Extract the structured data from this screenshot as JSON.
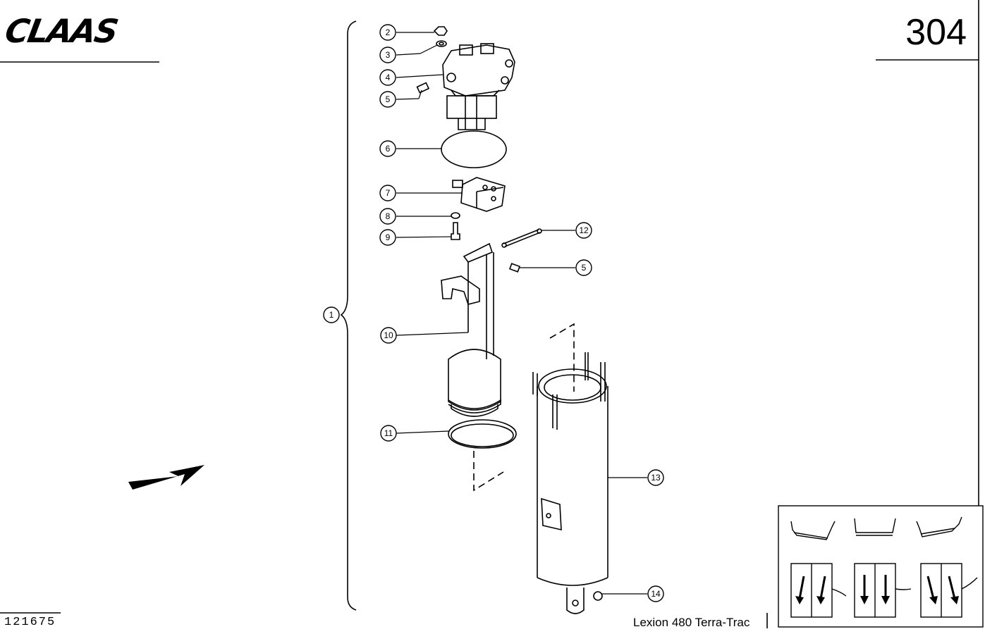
{
  "header": {
    "brand": "CLAAS",
    "page_number": "304"
  },
  "footer": {
    "drawing_id": "121675",
    "model": "Lexion 480 Terra-Trac"
  },
  "callouts": [
    "1",
    "2",
    "3",
    "4",
    "5",
    "6",
    "7",
    "8",
    "9",
    "10",
    "11",
    "12",
    "5",
    "13",
    "14"
  ]
}
